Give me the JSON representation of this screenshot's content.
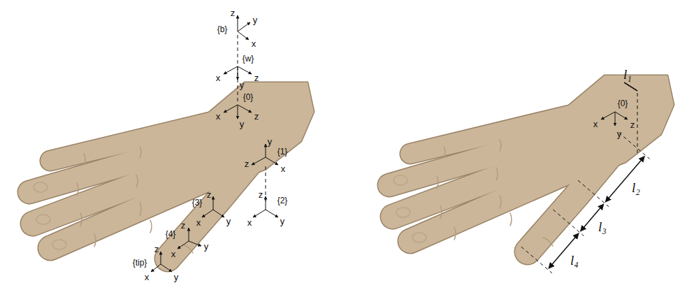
{
  "diagram": {
    "labels": [
      "{b}",
      "z",
      "y",
      "x",
      "{w}",
      "x",
      "y",
      "z",
      "{0}",
      "x",
      "y",
      "z",
      "{1}",
      "y",
      "z",
      "x",
      "{2}",
      "z",
      "x",
      "y",
      "{3}",
      "z",
      "x",
      "y",
      "{4}",
      "z",
      "x",
      "y",
      "{tip}",
      "z",
      "x",
      "y",
      "l₁",
      "{0}",
      "x",
      "y",
      "z",
      "l₂",
      "l₃",
      "l₄"
    ]
  }
}
